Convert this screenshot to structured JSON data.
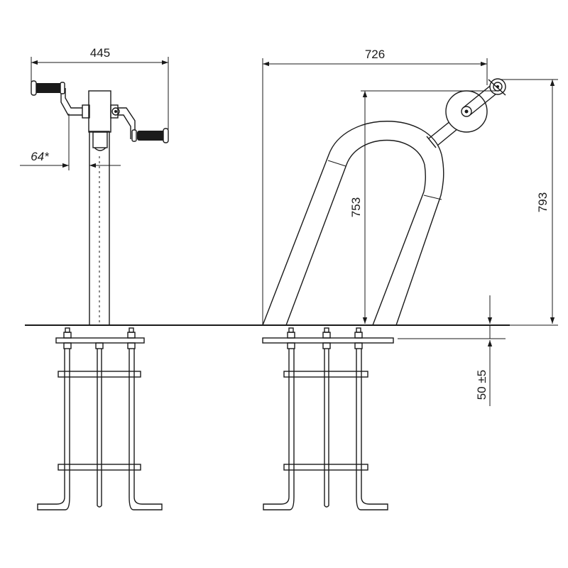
{
  "dimensions": {
    "side_width": "445",
    "offset": "64*",
    "front_width": "726",
    "height_inner": "753",
    "height_total": "793",
    "depth": "50 ±5"
  },
  "colors": {
    "line": "#1a1a1a",
    "background": "#ffffff"
  }
}
